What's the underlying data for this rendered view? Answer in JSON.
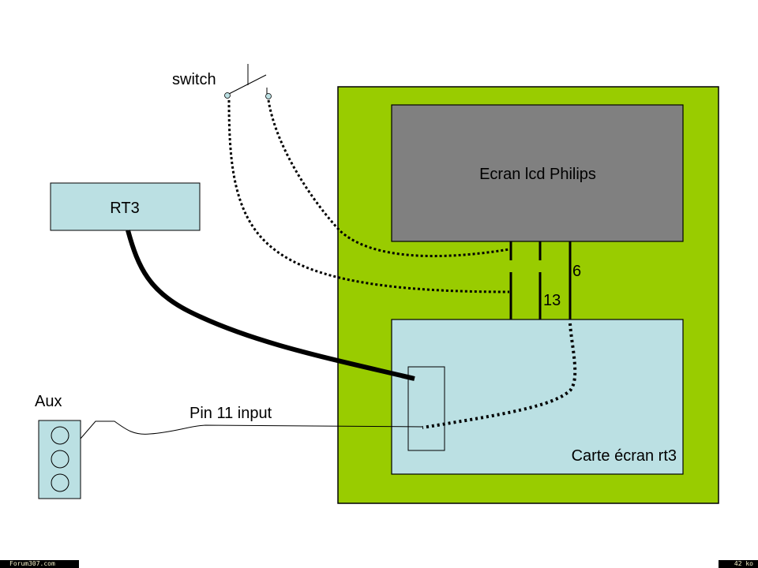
{
  "diagram": {
    "labels": {
      "switch": "switch",
      "rt3": "RT3",
      "aux": "Aux",
      "pin_input": "Pin 11 input",
      "lcd": "Ecran lcd Philips",
      "board": "Carte écran rt3",
      "wire_6": "6",
      "wire_13": "13"
    },
    "colors": {
      "enclosure": "#99cc00",
      "lcd": "#808080",
      "box": "#bbe0e3",
      "wire": "#000000"
    }
  },
  "footer": {
    "site": "Forum307.com",
    "size": "42 ko"
  }
}
